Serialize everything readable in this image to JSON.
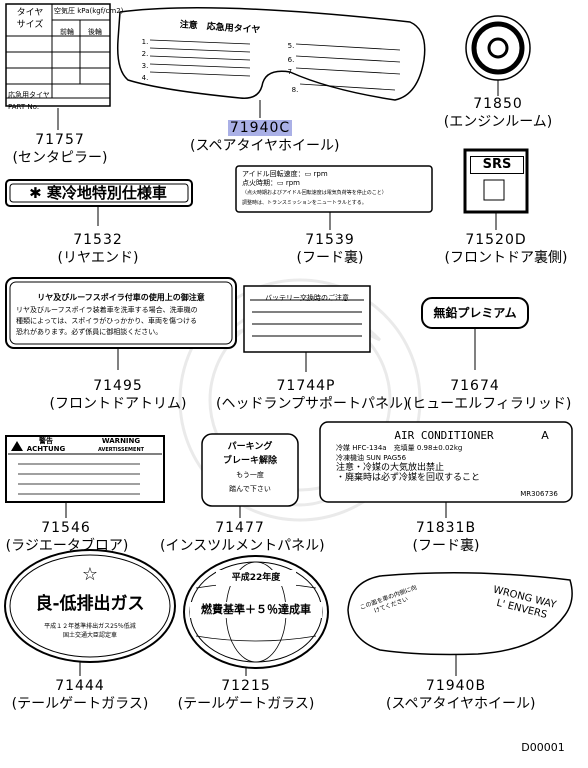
{
  "parts": [
    {
      "id": "71757",
      "label": "(センタピラー)"
    },
    {
      "id": "71940C",
      "label": "(スペアタイヤホイール)"
    },
    {
      "id": "71850",
      "label": "(エンジンルーム)"
    },
    {
      "id": "71532",
      "label": "(リヤエンド)"
    },
    {
      "id": "71539",
      "label": "(フード裏)"
    },
    {
      "id": "71520D",
      "label": "(フロントドア裏側)"
    },
    {
      "id": "71495",
      "label": "(フロントドアトリム)"
    },
    {
      "id": "71744P",
      "label": "(ヘッドランプサポートパネル)"
    },
    {
      "id": "71674",
      "label": "(ヒューエルフィラリッド)"
    },
    {
      "id": "71546",
      "label": "(ラジエータブロア)"
    },
    {
      "id": "71477",
      "label": "(インスツルメントパネル)"
    },
    {
      "id": "71831B",
      "label": "(フード裏)"
    },
    {
      "id": "71444",
      "label": "(テールゲートガラス)"
    },
    {
      "id": "71215",
      "label": "(テールゲートガラス)"
    },
    {
      "id": "71940B",
      "label": "(スペアタイヤホイール)"
    }
  ],
  "stickers": {
    "tire_pressure": {
      "head1": "タイヤ",
      "head2": "サイズ",
      "col1": "空気圧",
      "unit": "kPa(kgf/cm2)",
      "front": "前輪",
      "rear": "後輪",
      "spare": "応急用タイヤ",
      "part_no": "PART No."
    },
    "spare_tire": {
      "title": "注意　応急用タイヤ",
      "items": [
        "1.",
        "2.",
        "3.",
        "4.",
        "5.",
        "6.",
        "7.",
        "8."
      ]
    },
    "cold_climate": {
      "text": "寒冷地特別仕様車"
    },
    "idle": {
      "line1": "アイドル回転速度：",
      "line2": "点火時期：",
      "rpm": "rpm",
      "note1": "（点火時期およびアイドル回転速度は電気負荷等を停止のこと）",
      "note2": "調整時は、トランスミッションをニュートラルとする。"
    },
    "srs": {
      "text": "SRS"
    },
    "spoiler": {
      "title": "リヤ及びルーフスポイラ付車の使用上の御注意",
      "body1": "リヤ及びルーフスポイラ装着車を洗車する場合、洗車機の",
      "body2": "種類によっては、スポイラがひっかかり、車両を傷つける",
      "body3": "恐れがあります。必ず係員に御相談ください。"
    },
    "battery": {
      "title": "バッテリー交換時のご注意"
    },
    "premium": {
      "text": "無鉛プレミアム"
    },
    "warning": {
      "jp": "警告",
      "jp2": "ACHTUNG",
      "en": "WARNING",
      "fr": "AVERTISSEMENT"
    },
    "parking": {
      "l1": "パーキング",
      "l2": "ブレーキ解除",
      "l3": "もう一度",
      "l4": "踏んで下さい"
    },
    "aircon": {
      "title": "AIR CONDITIONER",
      "letter": "A",
      "refrigerant": "冷媒",
      "refrigerant_val": "HFC-134a",
      "charge": "充填量",
      "charge_val": "0.98±0.02kg",
      "oil": "冷凍機油",
      "oil_val": "SUN PAG56",
      "note1": "注意・冷媒の大気放出禁止",
      "note2": "・廃棄時は必ず冷媒を回収すること",
      "code": "MR306736"
    },
    "low_emission": {
      "star": "☆",
      "text": "良-低排出ガス",
      "sub1": "平成１２年基準排出ガス25％低減",
      "sub2": "国土交通大臣認定車"
    },
    "fuel_eff": {
      "top": "平成22年度",
      "text": "燃費基準＋５％達成車"
    },
    "wrong_way": {
      "jp": "この面を車の内側に向けてください",
      "en1": "WRONG WAY",
      "en2": "L' ENVERS"
    }
  },
  "footer": {
    "code": "D00001"
  }
}
